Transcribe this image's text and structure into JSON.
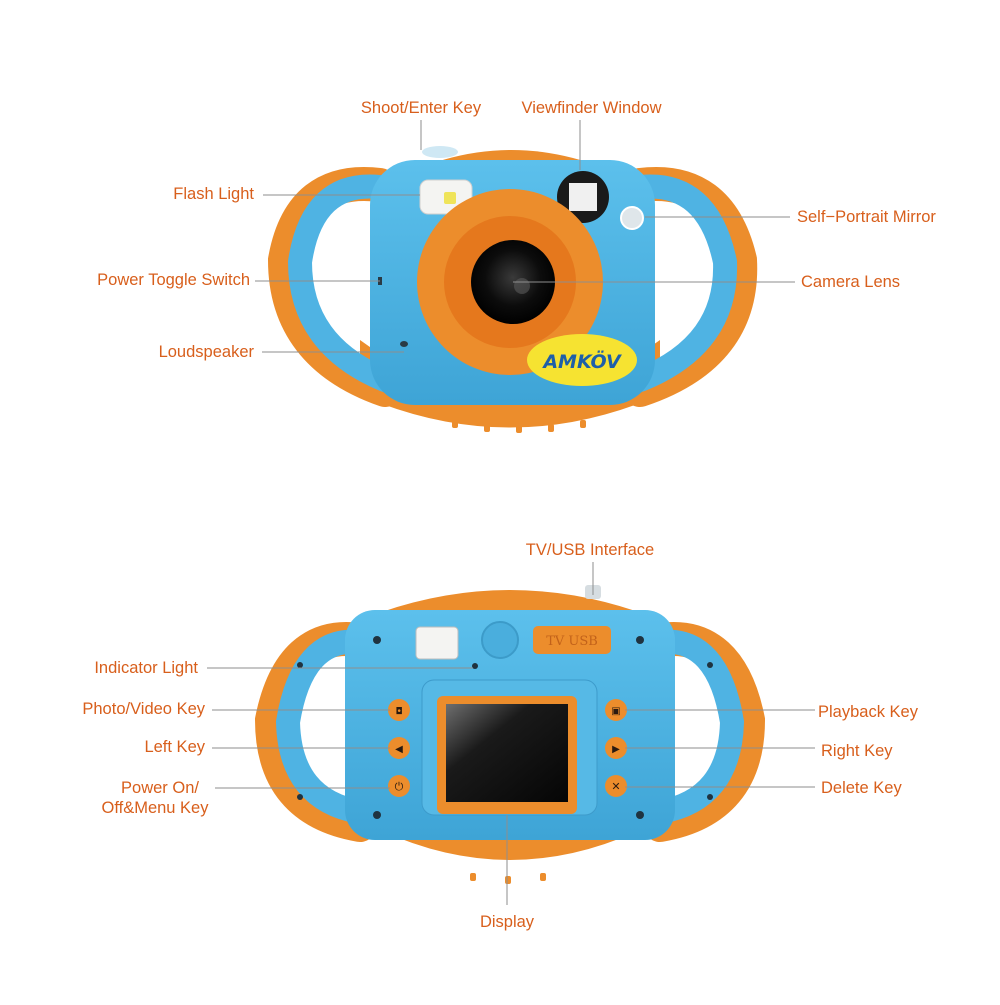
{
  "front_view": {
    "brand": "AMKÖV",
    "labels": {
      "shoot_enter_key": "Shoot/Enter Key",
      "viewfinder_window": "Viewfinder Window",
      "flash_light": "Flash Light",
      "self_portrait_mirror": "Self−Portrait Mirror",
      "power_toggle_switch": "Power Toggle Switch",
      "camera_lens": "Camera Lens",
      "loudspeaker": "Loudspeaker"
    }
  },
  "back_view": {
    "port_cover_text": "TV   USB",
    "labels": {
      "tv_usb_interface": "TV/USB Interface",
      "indicator_light": "Indicator Light",
      "photo_video_key": "Photo/Video Key",
      "left_key": "Left Key",
      "power_menu_key_line1": "Power On/",
      "power_menu_key_line2": "Off&Menu Key",
      "playback_key": "Playback Key",
      "right_key": "Right Key",
      "delete_key": "Delete Key",
      "display": "Display"
    }
  },
  "colors": {
    "body_blue": "#4fb3e3",
    "body_orange": "#ec8d2c",
    "label_text": "#d85f1c",
    "brand_badge": "#f6e331"
  }
}
